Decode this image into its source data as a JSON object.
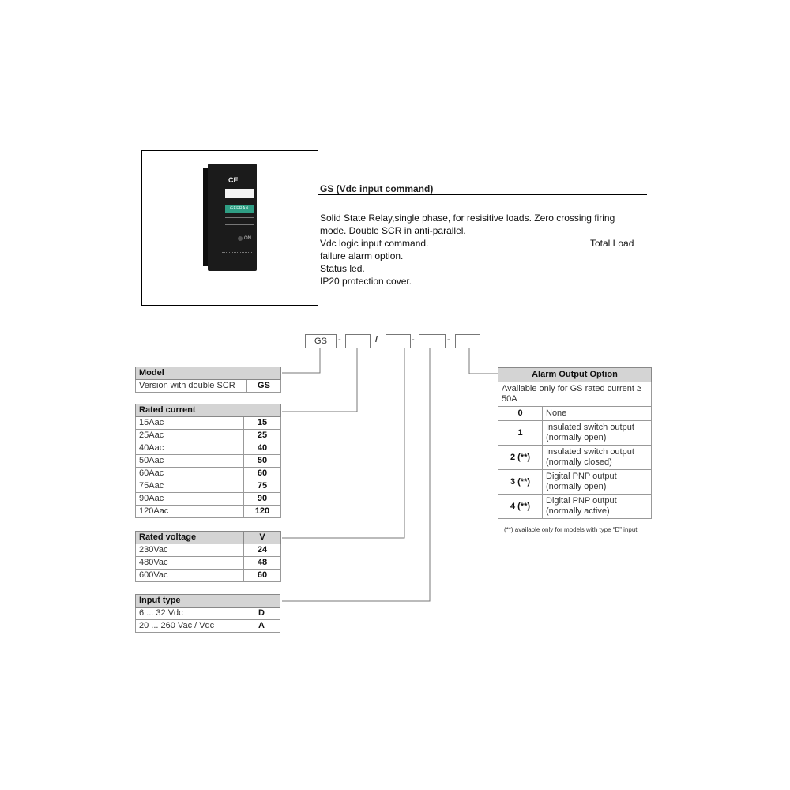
{
  "product": {
    "title": "GS (Vdc input command)",
    "brand": "GEFRAN",
    "ce_mark": "CE",
    "led_label": "ON",
    "description": [
      "Solid State Relay,single phase, for resisitive loads. Zero crossing firing",
      "mode. Double SCR in anti-parallel.",
      "Vdc logic input command.",
      "failure alarm option.",
      "Status led.",
      "IP20 protection cover."
    ],
    "description_total_load": "Total Load"
  },
  "order_code": {
    "prefix": "GS",
    "separators": [
      "-",
      "/",
      "-",
      "-"
    ]
  },
  "model": {
    "header": "Model",
    "rows": [
      {
        "label": "Version with double SCR",
        "code": "GS"
      }
    ]
  },
  "rated_current": {
    "header": "Rated current",
    "rows": [
      {
        "label": "15Aac",
        "code": "15"
      },
      {
        "label": "25Aac",
        "code": "25"
      },
      {
        "label": "40Aac",
        "code": "40"
      },
      {
        "label": "50Aac",
        "code": "50"
      },
      {
        "label": "60Aac",
        "code": "60"
      },
      {
        "label": "75Aac",
        "code": "75"
      },
      {
        "label": "90Aac",
        "code": "90"
      },
      {
        "label": "120Aac",
        "code": "120"
      }
    ]
  },
  "rated_voltage": {
    "header": "Rated voltage",
    "header_code": "V",
    "rows": [
      {
        "label": "230Vac",
        "code": "24"
      },
      {
        "label": "480Vac",
        "code": "48"
      },
      {
        "label": "600Vac",
        "code": "60"
      }
    ]
  },
  "input_type": {
    "header": "Input type",
    "rows": [
      {
        "label": "6 ... 32 Vdc",
        "code": "D"
      },
      {
        "label": "20 ... 260 Vac / Vdc",
        "code": "A"
      }
    ]
  },
  "alarm_output": {
    "header": "Alarm Output Option",
    "note": "Available only for GS rated current ≥ 50A",
    "rows": [
      {
        "code": "0",
        "label": "None"
      },
      {
        "code": "1",
        "label": "Insulated switch output (normally open)"
      },
      {
        "code": "2 (**)",
        "label": "Insulated switch output (normally closed)"
      },
      {
        "code": "3 (**)",
        "label": "Digital PNP output (normally open)"
      },
      {
        "code": "4 (**)",
        "label": "Digital PNP output (normally active)"
      }
    ],
    "footnote": "(**) available only for models with type “D” input"
  }
}
